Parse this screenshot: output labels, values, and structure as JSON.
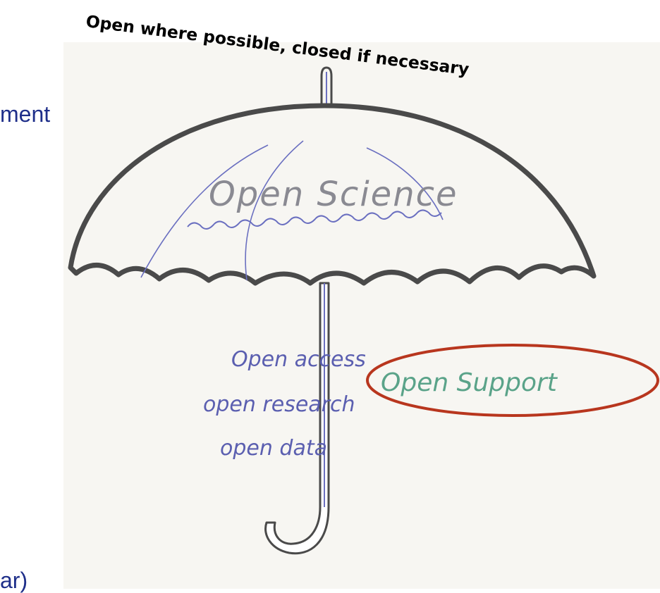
{
  "slide": {
    "fragment_top": "ment",
    "fragment_bottom": "ar)"
  },
  "tagline": "Open where possible, closed if necessary",
  "umbrella": {
    "canopy_label": "Open Science",
    "handle_labels": [
      "Open access",
      "open research",
      "open data"
    ],
    "highlight_label": "Open Support"
  },
  "colors": {
    "slide_text": "#1f2f8a",
    "ink_outline": "#4a4a4a",
    "ink_blue": "#5b5fb0",
    "ink_green": "#5aa389",
    "highlight_ring": "#b8361e"
  }
}
